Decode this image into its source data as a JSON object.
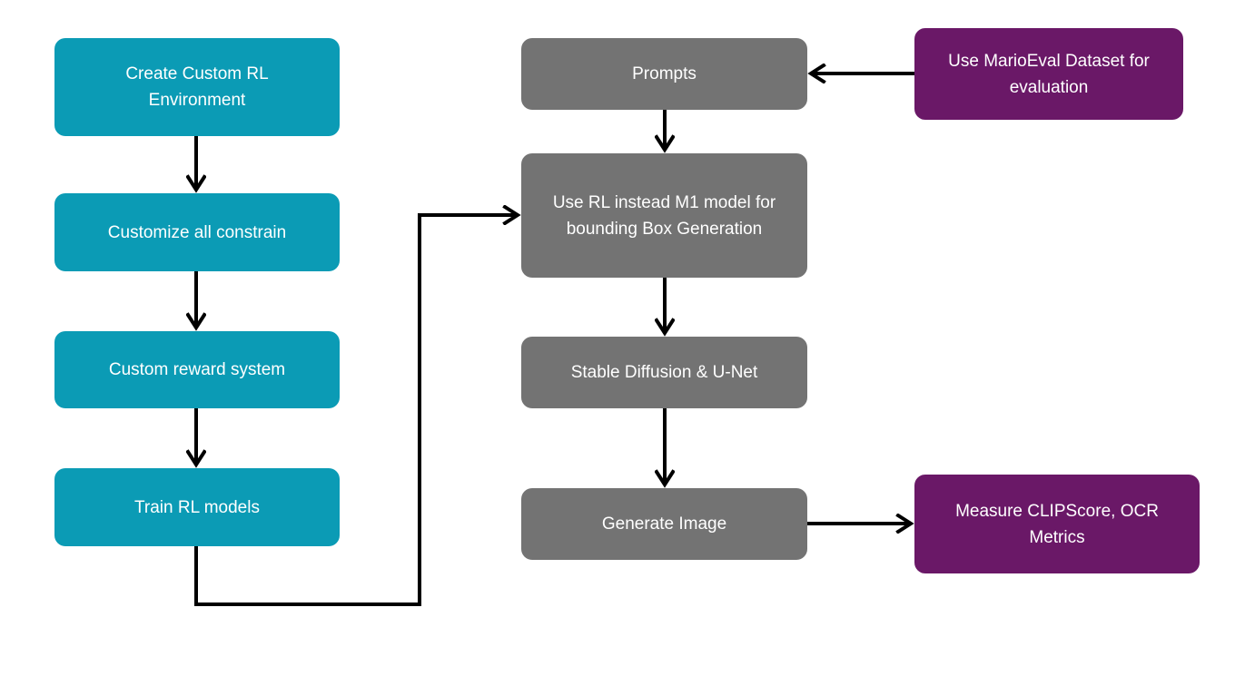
{
  "colors": {
    "teal": "#0b9bb5",
    "gray": "#737373",
    "purple": "#6a1867",
    "arrow": "#000000"
  },
  "nodes": {
    "create_env": "Create Custom RL\nEnvironment",
    "customize_constrain": "Customize all constrain",
    "reward_system": "Custom reward system",
    "train_models": "Train RL models",
    "prompts": "Prompts",
    "rl_bounding_box": "Use RL instead M1 model for\nbounding Box Generation",
    "stable_diffusion": "Stable Diffusion & U-Net",
    "generate_image": "Generate Image",
    "marioeval": "Use MarioEval Dataset for\nevaluation",
    "measure_metrics": "Measure CLIPScore, OCR\nMetrics"
  },
  "edges": [
    {
      "from": "create_env",
      "to": "customize_constrain"
    },
    {
      "from": "customize_constrain",
      "to": "reward_system"
    },
    {
      "from": "reward_system",
      "to": "train_models"
    },
    {
      "from": "train_models",
      "to": "rl_bounding_box"
    },
    {
      "from": "marioeval",
      "to": "prompts"
    },
    {
      "from": "prompts",
      "to": "rl_bounding_box"
    },
    {
      "from": "rl_bounding_box",
      "to": "stable_diffusion"
    },
    {
      "from": "stable_diffusion",
      "to": "generate_image"
    },
    {
      "from": "generate_image",
      "to": "measure_metrics"
    }
  ]
}
